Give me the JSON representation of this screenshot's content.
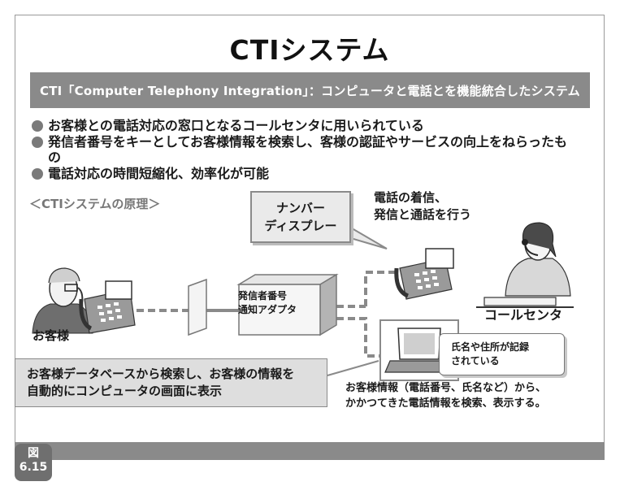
{
  "title": "CTIシステム",
  "banner": "CTI「Computer Telephony Integration」：コンピュータと電話とを機能統合したシステム",
  "bullets": [
    "お客様との電話対応の窓口となるコールセンタに用いられている",
    "発信者番号をキーとしてお客様情報を検索し、客様の認証やサービスの向上をねらったもの",
    "電話対応の時間短縮化、効率化が可能"
  ],
  "principle_heading": "＜CTIシステムの原理＞",
  "number_display": {
    "line1": "ナンバー",
    "line2": "ディスプレー"
  },
  "call_text": {
    "line1": "電話の着信、",
    "line2": "発信と通話を行う"
  },
  "adapter": {
    "line1": "発信者番号",
    "line2": "通知アダプタ"
  },
  "customer_label": "お客様",
  "call_center_label": "コールセンタ",
  "record_note": {
    "line1": "氏名や住所が記録",
    "line2": "されている"
  },
  "left_note": {
    "line1": "お客様データベースから検索し、お客様の情報を",
    "line2": "自動的にコンピュータの画面に表示"
  },
  "right_note": {
    "line1": "お客様情報（電話番号、氏名など）から、",
    "line2": "かかつてきた電話情報を検索、表示する。"
  },
  "figure": {
    "label": "図",
    "number": "6.15"
  },
  "colors": {
    "band": "#8a8a8a",
    "light": "#dedede",
    "dash": "#8a8a8a"
  }
}
